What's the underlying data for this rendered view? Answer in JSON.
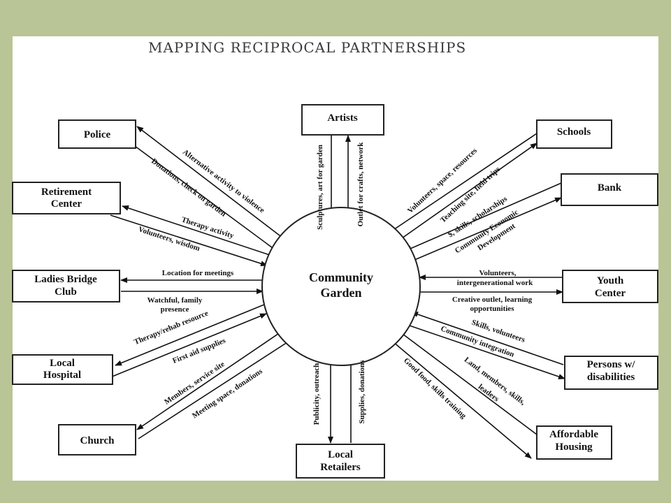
{
  "title": "MAPPING RECIPROCAL PARTNERSHIPS",
  "center": {
    "line1": "Community",
    "line2": "Garden"
  },
  "nodes": {
    "police": {
      "line1": "Police"
    },
    "retirement": {
      "line1": "Retirement",
      "line2": "Center"
    },
    "bridge": {
      "line1": "Ladies Bridge",
      "line2": "Club"
    },
    "hospital": {
      "line1": "Local",
      "line2": "Hospital"
    },
    "church": {
      "line1": "Church"
    },
    "artists": {
      "line1": "Artists"
    },
    "retailers": {
      "line1": "Local",
      "line2": "Retailers"
    },
    "schools": {
      "line1": "Schools"
    },
    "bank": {
      "line1": "Bank"
    },
    "youth": {
      "line1": "Youth",
      "line2": "Center"
    },
    "disabilities": {
      "line1": "Persons w/",
      "line2": "disabilities"
    },
    "housing": {
      "line1": "Affordable",
      "line2": "Housing"
    }
  },
  "edges": {
    "police_to": "Alternative activity to violence",
    "police_from": "Donations, check on garden",
    "retirement_to": "Therapy activity",
    "retirement_from": "Volunteers, wisdom",
    "bridge_to": "Location for meetings",
    "bridge_from1": "Watchful, family",
    "bridge_from2": "presence",
    "hospital_from": "Therapy/rehab resource",
    "hospital_to": "First aid supplies",
    "church_from": "Members, service site",
    "church_to": "Meeting space, donations",
    "artists_from": "Sculptures, art for garden",
    "artists_to": "Outlet for crafts, network",
    "retailers_to": "Publicity, outreach",
    "retailers_from": "Supplies, donations",
    "schools_from": "Volunteers, space, resources",
    "schools_to": "Teaching site, field trips",
    "bank_from": "$, skills, scholarships",
    "bank_to1": "Community Economic",
    "bank_to2": "Development",
    "youth_from1": "Volunteers,",
    "youth_from2": "intergenerational work",
    "youth_to1": "Creative outlet, learning",
    "youth_to2": "opportunities",
    "disab_from": "Skills, volunteers",
    "disab_to": "Community integration",
    "housing_from1": "Land, members, skills,",
    "housing_from2": "leaders",
    "housing_to": "Good food, skills training"
  }
}
